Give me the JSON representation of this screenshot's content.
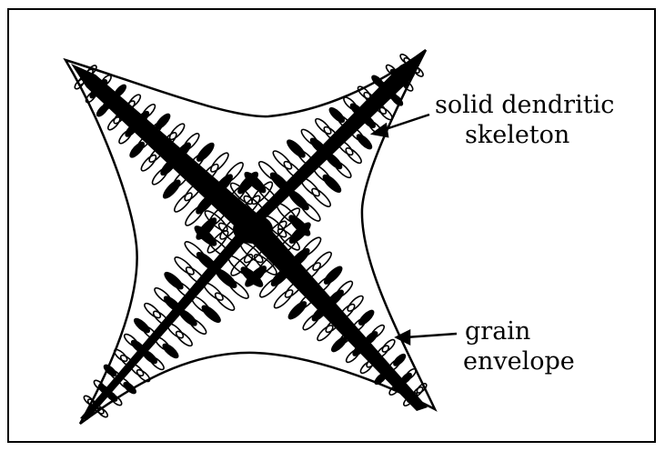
{
  "labels": {
    "skeleton": {
      "line1": "solid dendritic",
      "line2": "skeleton"
    },
    "envelope": {
      "line1": "grain",
      "line2": "envelope"
    }
  },
  "colors": {
    "ink": "#000000",
    "background": "#ffffff"
  }
}
